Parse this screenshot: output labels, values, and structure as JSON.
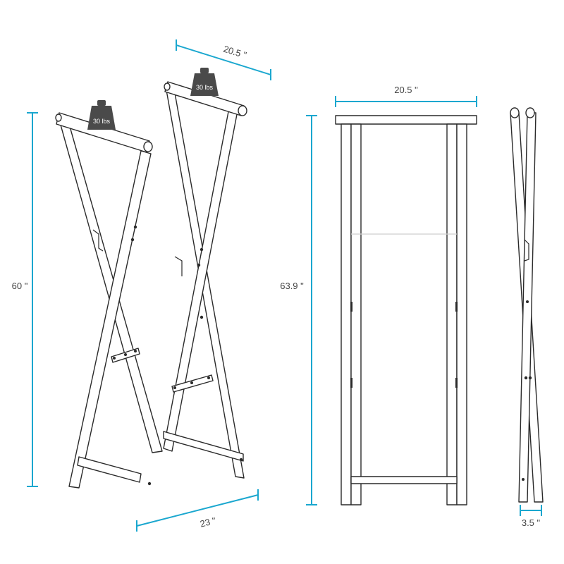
{
  "dimensions": {
    "top_depth": "20.5 \"",
    "height_folded_side": "60 \"",
    "bottom_width": "23 \"",
    "front_width": "20.5 \"",
    "front_height": "63.9 \"",
    "side_depth": "3.5 \""
  },
  "weights": {
    "left_label": "30 lbs",
    "right_label": "30 lbs"
  },
  "colors": {
    "dimension_line": "#1aa7cf",
    "frame_stroke": "#2a2a2a",
    "weight_fill": "#4a4a4a"
  }
}
